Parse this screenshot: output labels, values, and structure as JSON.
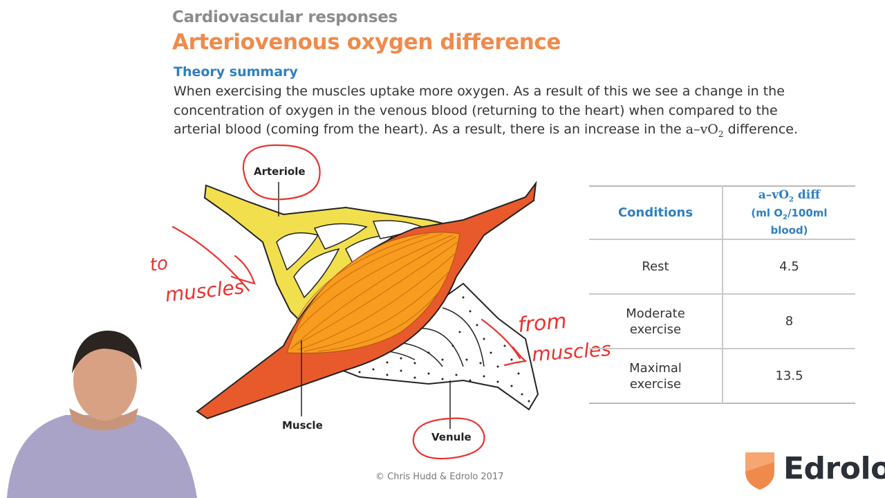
{
  "header": {
    "subtitle": "Cardiovascular responses",
    "title": "Arteriovenous oxygen difference"
  },
  "theory": {
    "heading": "Theory summary",
    "line1": "When exercising the muscles uptake more oxygen. As a result of this we see a change in the",
    "line2": "concentration of oxygen in the venous blood (returning to the heart) when compared to the",
    "line3_prefix": "arterial blood (coming from the heart). As a result, there is an increase in the ",
    "line3_avo": "a–vO",
    "line3_sub": "2",
    "line3_suffix": " difference."
  },
  "diagram": {
    "label_arteriole": "Arteriole",
    "label_muscle": "Muscle",
    "label_venule": "Venule",
    "annotation_to": "to",
    "annotation_to2": "muscles",
    "annotation_from": "from",
    "annotation_from2": "muscles",
    "colors": {
      "arteriole": "#f2df4d",
      "muscle_outer": "#e85a2b",
      "muscle_inner": "#f79c1e",
      "ink": "#e8322e"
    }
  },
  "table": {
    "header_conditions": "Conditions",
    "header_diff_avo": "a–vO",
    "header_diff_sub": "2",
    "header_diff_word": " diff",
    "header_unit_open": "(ml O",
    "header_unit_sub": "2",
    "header_unit_close": "/100ml",
    "header_unit_line2": "blood)",
    "rows": [
      {
        "condition_1": "Rest",
        "condition_2": "",
        "value": "4.5"
      },
      {
        "condition_1": "Moderate",
        "condition_2": "exercise",
        "value": "8"
      },
      {
        "condition_1": "Maximal",
        "condition_2": "exercise",
        "value": "13.5"
      }
    ]
  },
  "footer": {
    "copyright": "© Chris Hudd & Edrolo 2017",
    "logo_text": "Edrolo",
    "logo_color": "#f08a4b"
  }
}
